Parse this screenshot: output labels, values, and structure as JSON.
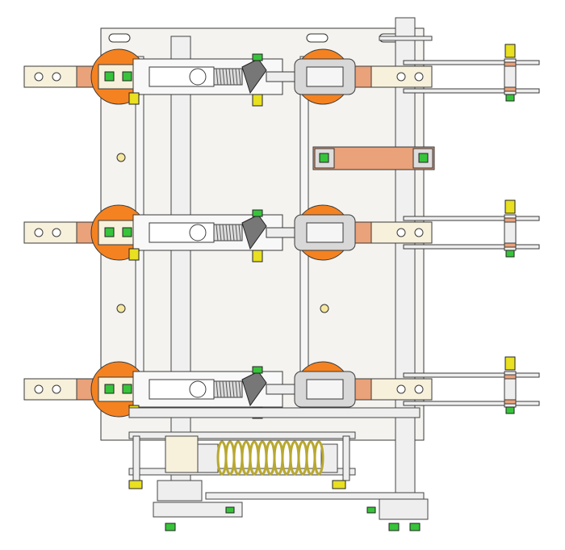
{
  "colors": {
    "background": "#ffffff",
    "frame": "#f2f0ea",
    "outline": "#3a3a3a",
    "orange": "#f58220",
    "copper": "#e9a27a",
    "cream": "#f7f1dc",
    "green": "#37c43a",
    "yellow": "#e8e020",
    "spring": "#b8a830",
    "metal": "#dcdcdc"
  },
  "phases": [
    {
      "name": "phase-top"
    },
    {
      "name": "phase-middle"
    },
    {
      "name": "phase-bottom"
    }
  ]
}
